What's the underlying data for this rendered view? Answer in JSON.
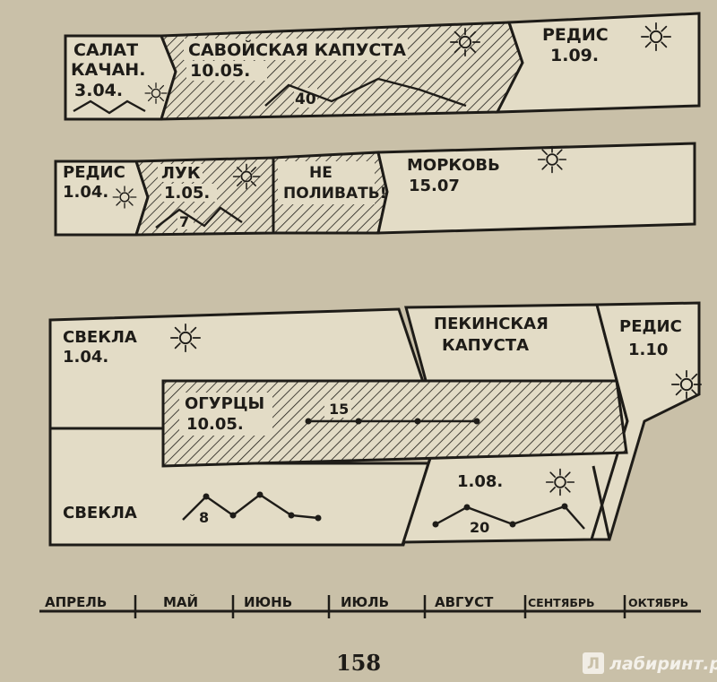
{
  "rows": [
    {
      "plots": [
        {
          "name": "Салат",
          "lines": [
            "САЛАТ",
            "КАЧАН.",
            "3.04."
          ],
          "sun": true,
          "hatched": false
        },
        {
          "name": "Савойская капуста",
          "lines": [
            "САВОЙСКАЯ КАПУСТА",
            "10.05."
          ],
          "sun": true,
          "hatched": true,
          "spacing": "40"
        },
        {
          "name": "Редис",
          "lines": [
            "РЕДИС",
            "1.09."
          ],
          "sun": true,
          "hatched": false
        }
      ]
    },
    {
      "plots": [
        {
          "name": "Редис",
          "lines": [
            "РЕДИС",
            "1.04."
          ],
          "sun": true,
          "hatched": false
        },
        {
          "name": "Лук",
          "lines": [
            "ЛУК",
            "1.05."
          ],
          "sun": true,
          "hatched": true,
          "spacing": "7"
        },
        {
          "name": "Не поливать",
          "lines": [
            "НЕ",
            "ПОЛИВАТЬ!"
          ],
          "sun": false,
          "hatched": true
        },
        {
          "name": "Морковь",
          "lines": [
            "МОРКОВЬ",
            "15.07"
          ],
          "sun": true,
          "hatched": false
        }
      ]
    },
    {
      "plots": [
        {
          "name": "Свекла",
          "lines": [
            "СВЕКЛА",
            "1.04."
          ],
          "sun": true,
          "hatched": false
        },
        {
          "name": "Пекинская капуста",
          "lines": [
            "ПЕКИНСКАЯ",
            "КАПУСТА"
          ],
          "sun": false,
          "hatched": false
        },
        {
          "name": "Редис",
          "lines": [
            "РЕДИС",
            "1.10"
          ],
          "sun": true,
          "hatched": false
        },
        {
          "name": "Огурцы",
          "lines": [
            "ОГУРЦЫ",
            "10.05."
          ],
          "sun": false,
          "hatched": true,
          "spacing": "15"
        },
        {
          "name": "Свекла",
          "lines": [
            "СВЕКЛА"
          ],
          "sun": false,
          "hatched": false,
          "spacing": "8"
        },
        {
          "name": "Пекинская капуста",
          "lines": [
            "1.08."
          ],
          "sun": true,
          "hatched": false,
          "spacing": "20"
        }
      ]
    }
  ],
  "months": [
    "АПРЕЛЬ",
    "МАЙ",
    "ИЮНЬ",
    "ИЮЛЬ",
    "АВГУСТ",
    "СЕНТЯБРЬ",
    "ОКТЯБРЬ"
  ],
  "page_number": "158",
  "watermark": "лабиринт.ру",
  "watermark_logo": "Л",
  "colors": {
    "paper": "#c9c0a8",
    "ink": "#1e1c18",
    "cell": "#e3dcc6",
    "watermark": "#f4f1ea"
  }
}
